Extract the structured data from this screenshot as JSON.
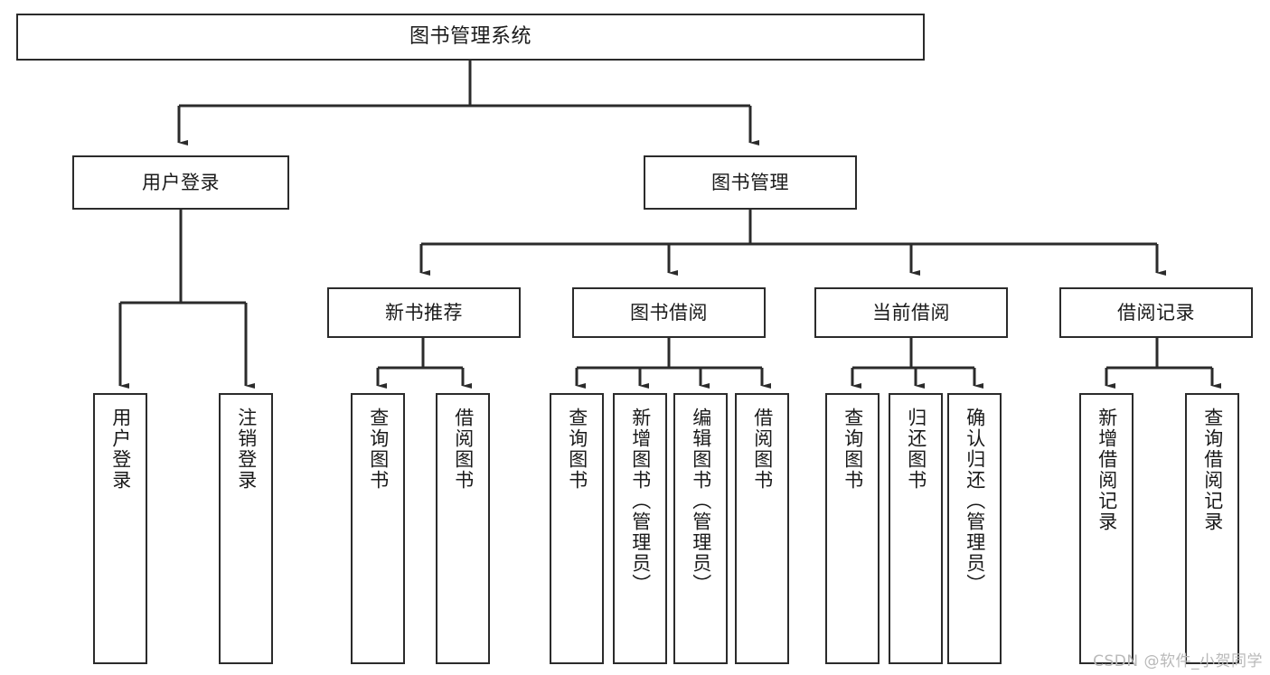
{
  "diagram": {
    "title_text": "图书管理系统",
    "watermark": "CSDN @软件_小贺同学",
    "line_color": "#2b2b2b",
    "box_border_color": "#2b2b2b",
    "box_fill_color": "#ffffff",
    "text_color": "#1a1a1a",
    "nodes": {
      "root": "图书管理系统",
      "user_login": "用户登录",
      "book_manage": "图书管理",
      "new_book_rec": "新书推荐",
      "book_borrow": "图书借阅",
      "current_borrow": "当前借阅",
      "borrow_record": "借阅记录",
      "leaf_user_login": "用户登录",
      "leaf_logout": "注销登录",
      "leaf_query_book_1": "查询图书",
      "leaf_borrow_book_1": "借阅图书",
      "leaf_query_book_2": "查询图书",
      "leaf_add_book_admin": "新增图书（管理员）",
      "leaf_edit_book_admin": "编辑图书（管理员）",
      "leaf_borrow_book_2": "借阅图书",
      "leaf_query_book_3": "查询图书",
      "leaf_return_book": "归还图书",
      "leaf_confirm_return_admin": "确认归还（管理员）",
      "leaf_add_record": "新增借阅记录",
      "leaf_query_record": "查询借阅记录"
    }
  }
}
